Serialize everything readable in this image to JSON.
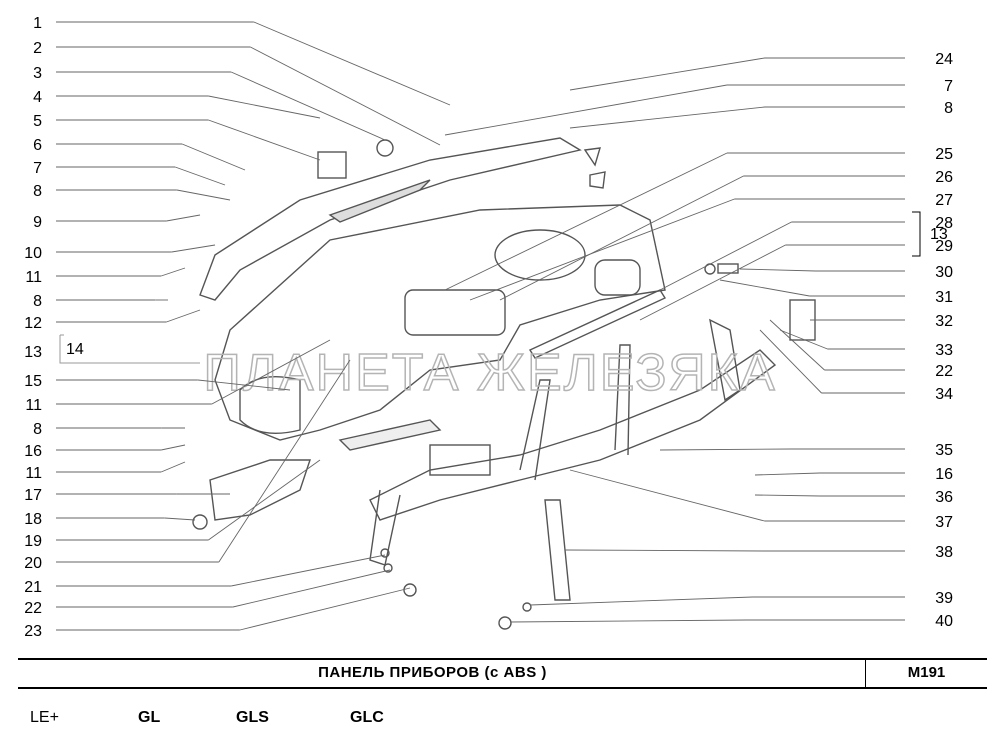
{
  "diagram": {
    "left_callouts": [
      "1",
      "2",
      "3",
      "4",
      "5",
      "6",
      "7",
      "8",
      "9",
      "10",
      "11",
      "8",
      "12",
      "13",
      "15",
      "11",
      "8",
      "16",
      "11",
      "17",
      "18",
      "19",
      "20",
      "21",
      "22",
      "23"
    ],
    "group_label_14": "14",
    "right_callouts": [
      "24",
      "7",
      "8",
      "25",
      "26",
      "27",
      "28",
      "29",
      "30",
      "31",
      "32",
      "33",
      "22",
      "34",
      "35",
      "16",
      "36",
      "37",
      "38",
      "39",
      "40"
    ],
    "right_group_label": "13",
    "watermark": "ПЛАНЕТА ЖЕЛЕЗЯКА"
  },
  "footer": {
    "title": "ПАНЕЛЬ   ПРИБОРОВ (с ABS )",
    "code": "M191"
  },
  "variants": [
    "LE+",
    "GL",
    "GLS",
    "GLC"
  ],
  "colors": {
    "line": "#000000",
    "drawing": "#555555",
    "watermark": "#b4b4b4"
  }
}
